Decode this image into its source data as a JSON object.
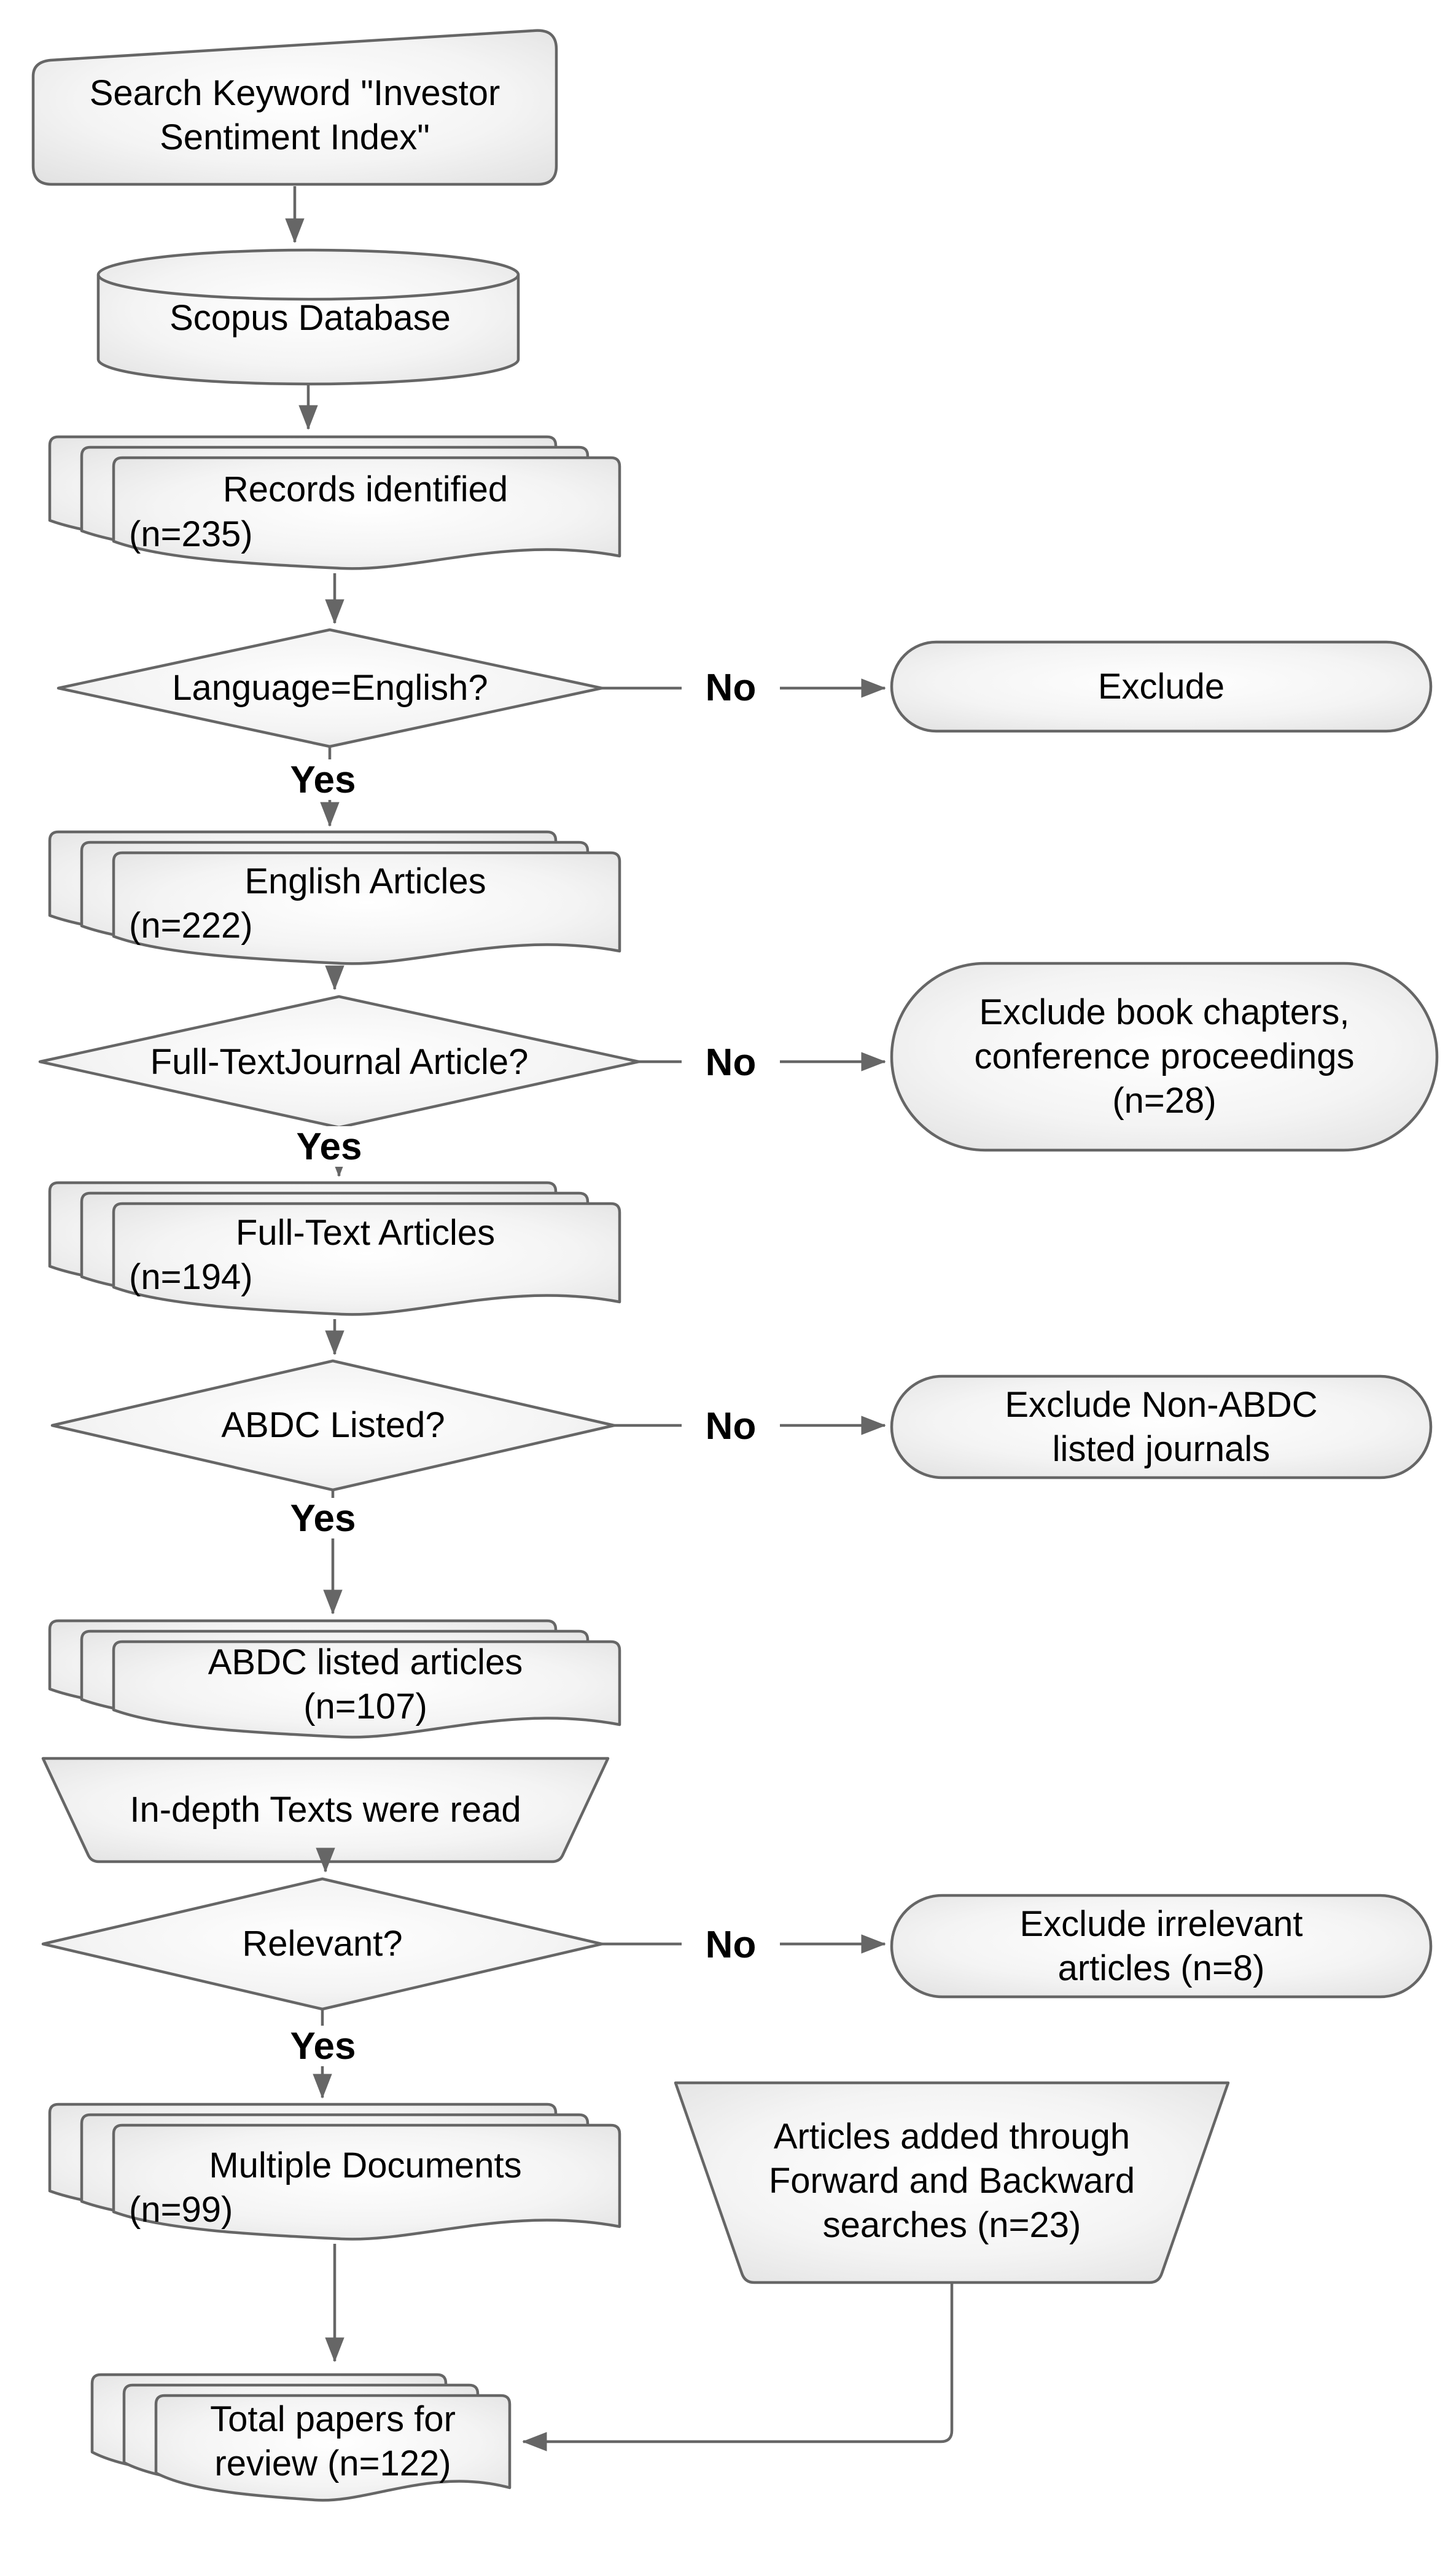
{
  "diagram": {
    "title": "Article selection flowchart",
    "nodes": {
      "search_keyword": {
        "lines": [
          "Search Keyword \"Investor",
          "Sentiment Index\""
        ]
      },
      "scopus_database": {
        "label": "Scopus Database"
      },
      "records_identified": {
        "line1": "Records identified",
        "line2": "(n=235)"
      },
      "language_decision": {
        "label": "Language=English?"
      },
      "exclude_language": {
        "lines": [
          "Exclude"
        ]
      },
      "english_articles": {
        "line1": "English Articles",
        "line2": "(n=222)"
      },
      "fulltext_decision": {
        "label": "Full-TextJournal Article?"
      },
      "exclude_book_chapters": {
        "lines": [
          "Exclude book chapters,",
          "conference proceedings",
          "(n=28)"
        ]
      },
      "fulltext_articles": {
        "line1": "Full-Text Articles",
        "line2": "(n=194)"
      },
      "abdc_decision": {
        "label": "ABDC Listed?"
      },
      "exclude_non_abdc": {
        "lines": [
          "Exclude Non-ABDC",
          "listed journals"
        ]
      },
      "abdc_articles": {
        "line1": "ABDC listed articles",
        "line2": "(n=107)"
      },
      "indepth_read": {
        "label": "In-depth Texts were read"
      },
      "relevant_decision": {
        "label": "Relevant?"
      },
      "exclude_irrelevant": {
        "lines": [
          "Exclude irrelevant",
          "articles (n=8)"
        ]
      },
      "multiple_documents": {
        "line1": "Multiple Documents",
        "line2": "(n=99)"
      },
      "forward_backward": {
        "lines": [
          "Articles added through",
          "Forward and Backward",
          "searches (n=23)"
        ]
      },
      "total_papers": {
        "line1": "Total papers for",
        "line2": "review (n=122)"
      }
    },
    "edge_labels": {
      "yes": "Yes",
      "no": "No"
    },
    "colors": {
      "stroke": "#666666",
      "text": "#000000",
      "fill_light": "#ffffff",
      "fill_dark": "#e0e0e0",
      "label_bg": "#ffffff"
    }
  }
}
